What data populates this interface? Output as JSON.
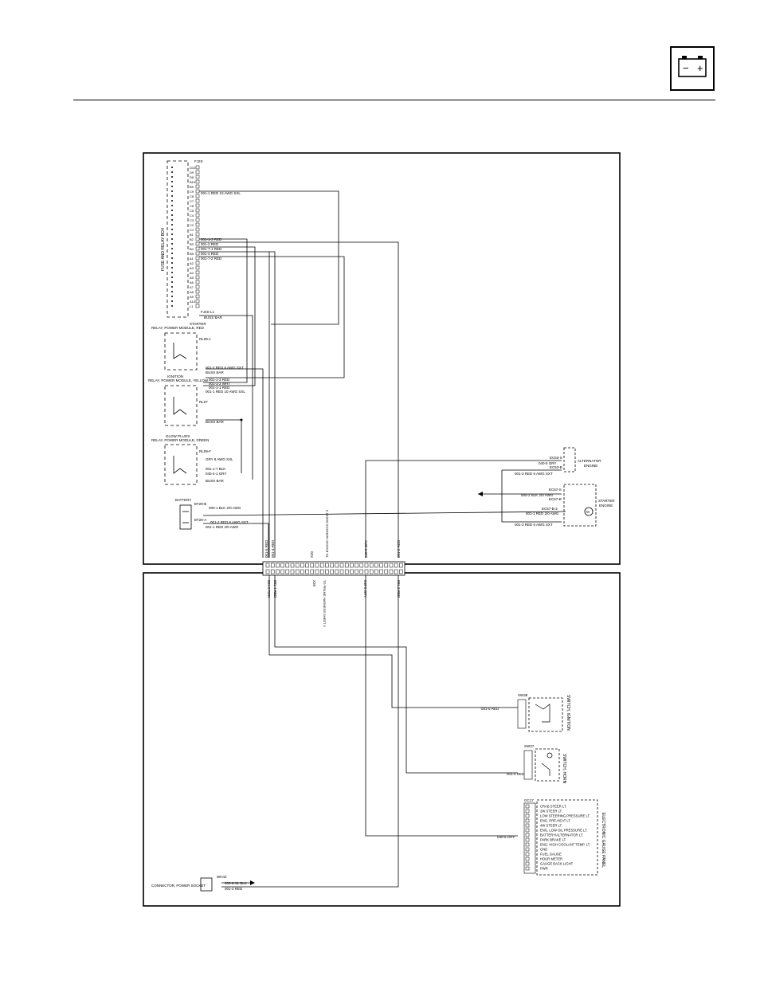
{
  "header": {
    "battery_symbol": {
      "icon": "battery-icon",
      "minus": "−",
      "plus": "+"
    }
  },
  "top_panel": {
    "fuse_box": {
      "title": "FUSE AND RELAY BOX",
      "ref": "FJ2S",
      "rows": [
        "D10",
        "D9",
        "D8",
        "B10",
        "B9",
        "C9",
        "C8",
        "C7",
        "C6",
        "C5",
        "C4",
        "C3",
        "C2",
        "C1",
        "B1",
        "B2",
        "B3",
        "B4",
        "B5",
        "A1",
        "A2",
        "A3",
        "A4",
        "A5",
        "A6",
        "A7",
        "A8",
        "A9",
        "A10",
        "L1"
      ],
      "wires": [
        "001-1 RED 10 AWG SXL",
        "001-1-3 RED",
        "001-2 RED",
        "001-7-1 RED",
        "001-4 RED",
        "001-7-2 RED",
        "BUSS BAR"
      ],
      "bottom_ref": "FJ2S-L1"
    },
    "relays": [
      {
        "title": "STARTER",
        "subtitle": "RELAY, POWER MODULE, RED",
        "ref": "RL08-1",
        "wires": [
          "001-2 RED 6 AWG SXT",
          "BUSS BAR"
        ]
      },
      {
        "title": "IGNITION",
        "subtitle": "RELAY, POWER MODULE, YELLOW",
        "ref": "RL07",
        "wires": [
          "001-1-3 RED",
          "001-1-2 WHT",
          "001-1-1 RED",
          "001-1 RED 10 AWG SXL",
          "BUSS BAR"
        ]
      },
      {
        "title": "GLOW PLUGS",
        "subtitle": "RELAY, POWER MODULE, GREEN",
        "ref": "RL09-F",
        "wires": [
          "GRY 8 AWG SXL",
          "001-1-7 BLK",
          "040-4-1 GRY",
          "BUSS BAR"
        ]
      }
    ],
    "battery": {
      "label": "BATTERY",
      "refs": [
        "BT29-B",
        "BT29-A"
      ],
      "wires": [
        "000-1 BLK 2/0 AWG",
        "001-2 RED 6 AWG SXT",
        "001-1 RED 2/0 AWG"
      ]
    },
    "alternator": {
      "label": "ALTERNATOR",
      "sub": "ENGINE",
      "refs": [
        "EC53-S",
        "EC53-B"
      ],
      "wires": [
        "040-5 GRY",
        "001-3 RED 6 AWG SXT"
      ]
    },
    "starter": {
      "label": "STARTER",
      "sub": "ENGINE",
      "refs": [
        "EC57-S",
        "EC57-B",
        "EC57-B-2"
      ],
      "wires": [
        "000-2 BLK 2/0 AWG",
        "001-1 RED 2/0 AWG",
        "001-3 RED 6 AWG SXT"
      ]
    },
    "connector_labels": [
      "001-5 RED",
      "001-4 RED",
      "X20",
      "TO ENGINE HARNESS SHEET 5",
      "040-5 GRY",
      "001-2 RED"
    ]
  },
  "bottom_panel": {
    "connector_labels": [
      "001-5 RED",
      "001-4 RED",
      "X20",
      "TO FRAME HARNESS SHEET 4",
      "040-5 GRY",
      "001-2 RED"
    ],
    "ignition_switch": {
      "ref": "SW38",
      "label": "SWITCH, IGNITION",
      "wire": "001-5 RED"
    },
    "horn_switch": {
      "ref": "SW27",
      "label": "SWITCH, HORN",
      "wire": "001-4 RED"
    },
    "gauge_cluster": {
      "ref": "GC17",
      "label": "ELECTRONIC GAUGE PANEL",
      "wire": "040-5 GRY",
      "items": [
        "CRAB STEER LT.",
        "2W STEER LT.",
        "LOW STEERING PRESSURE LT.",
        "ENG. PRE-HEAT LT.",
        "4W STEER LT.",
        "ENG. LOW OIL PRESSURE LT.",
        "BATTERY/ALTERNATOR LT.",
        "PARK BRAKE LT.",
        "ENG. HIGH COOLANT TEMP. LT.",
        "GND",
        "FUEL GAUGE",
        "HOUR METER",
        "GAUGE BACK LIGHT",
        "PWR"
      ]
    },
    "power_socket": {
      "label": "CONNECTOR, POWER SOCKET",
      "ref": "WH42",
      "wires": [
        "000-8-31 BLK",
        "001-2 RED"
      ]
    }
  }
}
